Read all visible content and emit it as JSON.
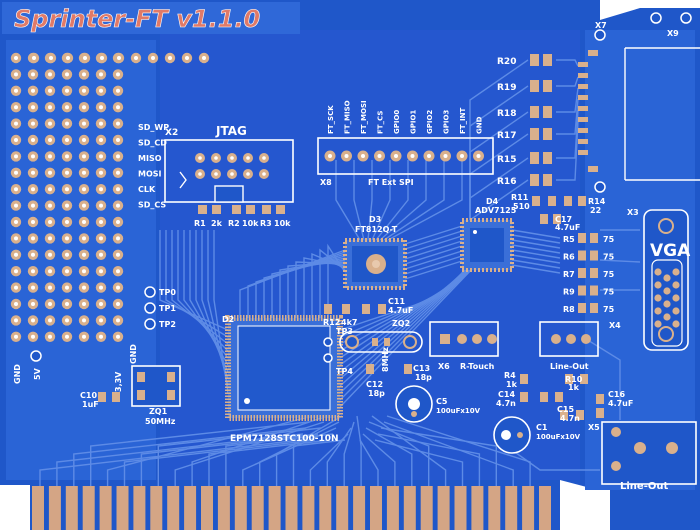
{
  "board": {
    "title": "Sprinter-FT v1.1.0",
    "colors": {
      "substrate": "#1f57c9",
      "copper_pour": "#2a64d6",
      "trace": "#5d8be6",
      "pad": "#d9b08c",
      "silkscreen": "#ffffff",
      "edge_fingers": "#d4a585",
      "title_fill": "#e07a68",
      "background": "#ffffff"
    }
  },
  "labels": {
    "x2": "X2",
    "jtag": "JTAG",
    "r1": "R1",
    "r1_val": "2k",
    "r2": "R2",
    "r2_val": "10k",
    "r3": "R3",
    "r3_val": "10k",
    "x8": "X8",
    "ft_ext_spi": "FT Ext SPI",
    "d3": "D3",
    "ft812": "FT812Q-T",
    "d4": "D4",
    "adv": "ADV7125",
    "d2": "D2",
    "epm": "EPM7128STC100-10N",
    "r12": "R12",
    "r12_val": "4k7",
    "c11": "C11",
    "c11_val": "4.7uF",
    "tp3": "TP3",
    "tp4": "TP4",
    "zq2": "ZQ2",
    "zq2_val": "8MHz",
    "c12": "C12",
    "c12_val": "18p",
    "c13": "C13",
    "c13_val": "18p",
    "x6": "X6",
    "r_touch": "R-Touch",
    "c5": "C5",
    "c5_val": "100uFx10V",
    "c1": "C1",
    "c1_val": "100uFx10V",
    "c10": "C10",
    "c10_val": "1uF",
    "zq1": "ZQ1",
    "zq1_val": "50MHz",
    "gnd_left": "GND",
    "v5": "5V",
    "v33": "3,3V",
    "gnd_mid": "GND",
    "tp0": "TP0",
    "tp1": "TP1",
    "tp2": "TP2",
    "r11": "R11",
    "r11_val": "510",
    "r14": "R14",
    "r14_val": "22",
    "c17": "C17",
    "c17_val": "4.7uF",
    "x3": "X3",
    "vga": "VGA",
    "x4": "X4",
    "line_out": "Line-Out",
    "x5": "X5",
    "line_out2": "Line-Out",
    "x7": "X7",
    "x9": "X9",
    "r4": "R4",
    "r4_val": "1k",
    "r10": "R10",
    "r10_val": "1k",
    "c14": "C14",
    "c14_val": "4.7n",
    "c15": "C15",
    "c15_val": "4.7n",
    "c16": "C16",
    "c16_val": "4.7uF"
  },
  "spi_pins": [
    "SD_WP",
    "SD_CD",
    "MISO",
    "MOSI",
    "CLK",
    "SD_CS"
  ],
  "ft_pins": [
    "FT_SCK",
    "FT_MISO",
    "FT_MOSI",
    "FT_CS",
    "GPIO0",
    "GPIO1",
    "GPIO2",
    "GPIO3",
    "FT_INT",
    "GND"
  ],
  "top_resistors": [
    "R20",
    "R19",
    "R18",
    "R17",
    "R15",
    "R16"
  ],
  "vga_resistors": [
    {
      "name": "R5",
      "value": "75"
    },
    {
      "name": "R6",
      "value": "75"
    },
    {
      "name": "R7",
      "value": "75"
    },
    {
      "name": "R9",
      "value": "75"
    },
    {
      "name": "R8",
      "value": "75"
    }
  ]
}
